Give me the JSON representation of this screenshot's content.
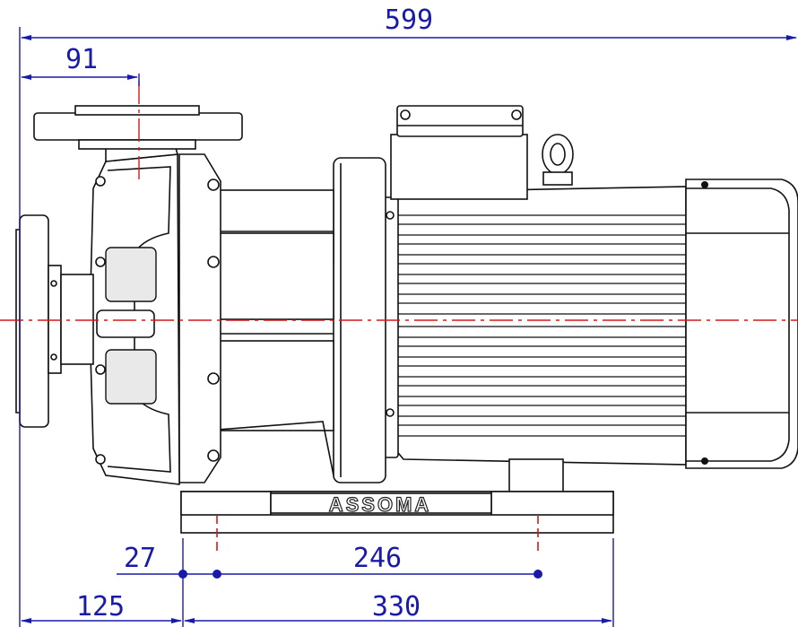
{
  "dimensions": {
    "overall_length": "599",
    "suction_offset": "91",
    "foot_offset": "27",
    "foot_hole_spacing": "246",
    "left_offset": "125",
    "base_length": "330"
  },
  "brand_text": "ASSOMA",
  "colors": {
    "dimension": "#1a1aa8",
    "centerline": "#d21a1a",
    "outline": "#111111"
  }
}
